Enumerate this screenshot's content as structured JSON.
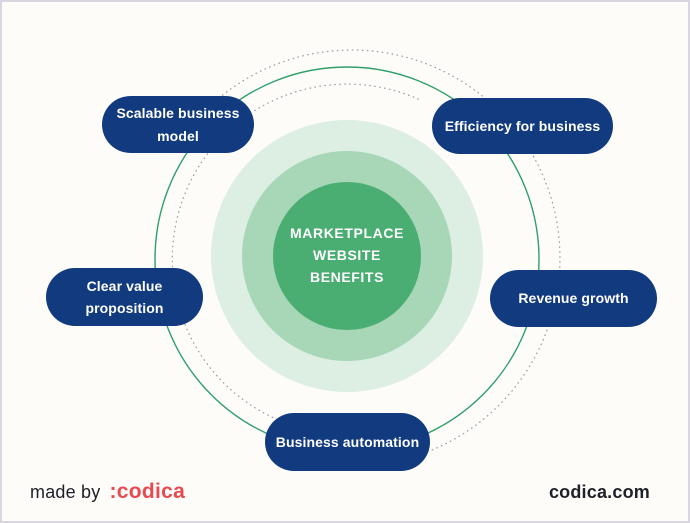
{
  "center": {
    "title": "MARKETPLACE WEBSITE BENEFITS"
  },
  "benefits": [
    {
      "label": "Scalable business model"
    },
    {
      "label": "Efficiency for business"
    },
    {
      "label": "Clear value proposition"
    },
    {
      "label": "Revenue growth"
    },
    {
      "label": "Business automation"
    }
  ],
  "footer": {
    "made_by": "made by",
    "brand": ":codica",
    "site": "codica.com"
  },
  "colors": {
    "pill_navy": "#113a7f",
    "ring_green": "#2f9f6a",
    "core_green": "#4aad72",
    "halo_mid": "#a8d7b7",
    "halo_outer": "#ddeee3",
    "dotted_gray": "#98a0a8",
    "brand_red": "#e94a51",
    "text_dark": "#20202a",
    "background": "#fdfcf9",
    "border": "#d9d6e2"
  }
}
